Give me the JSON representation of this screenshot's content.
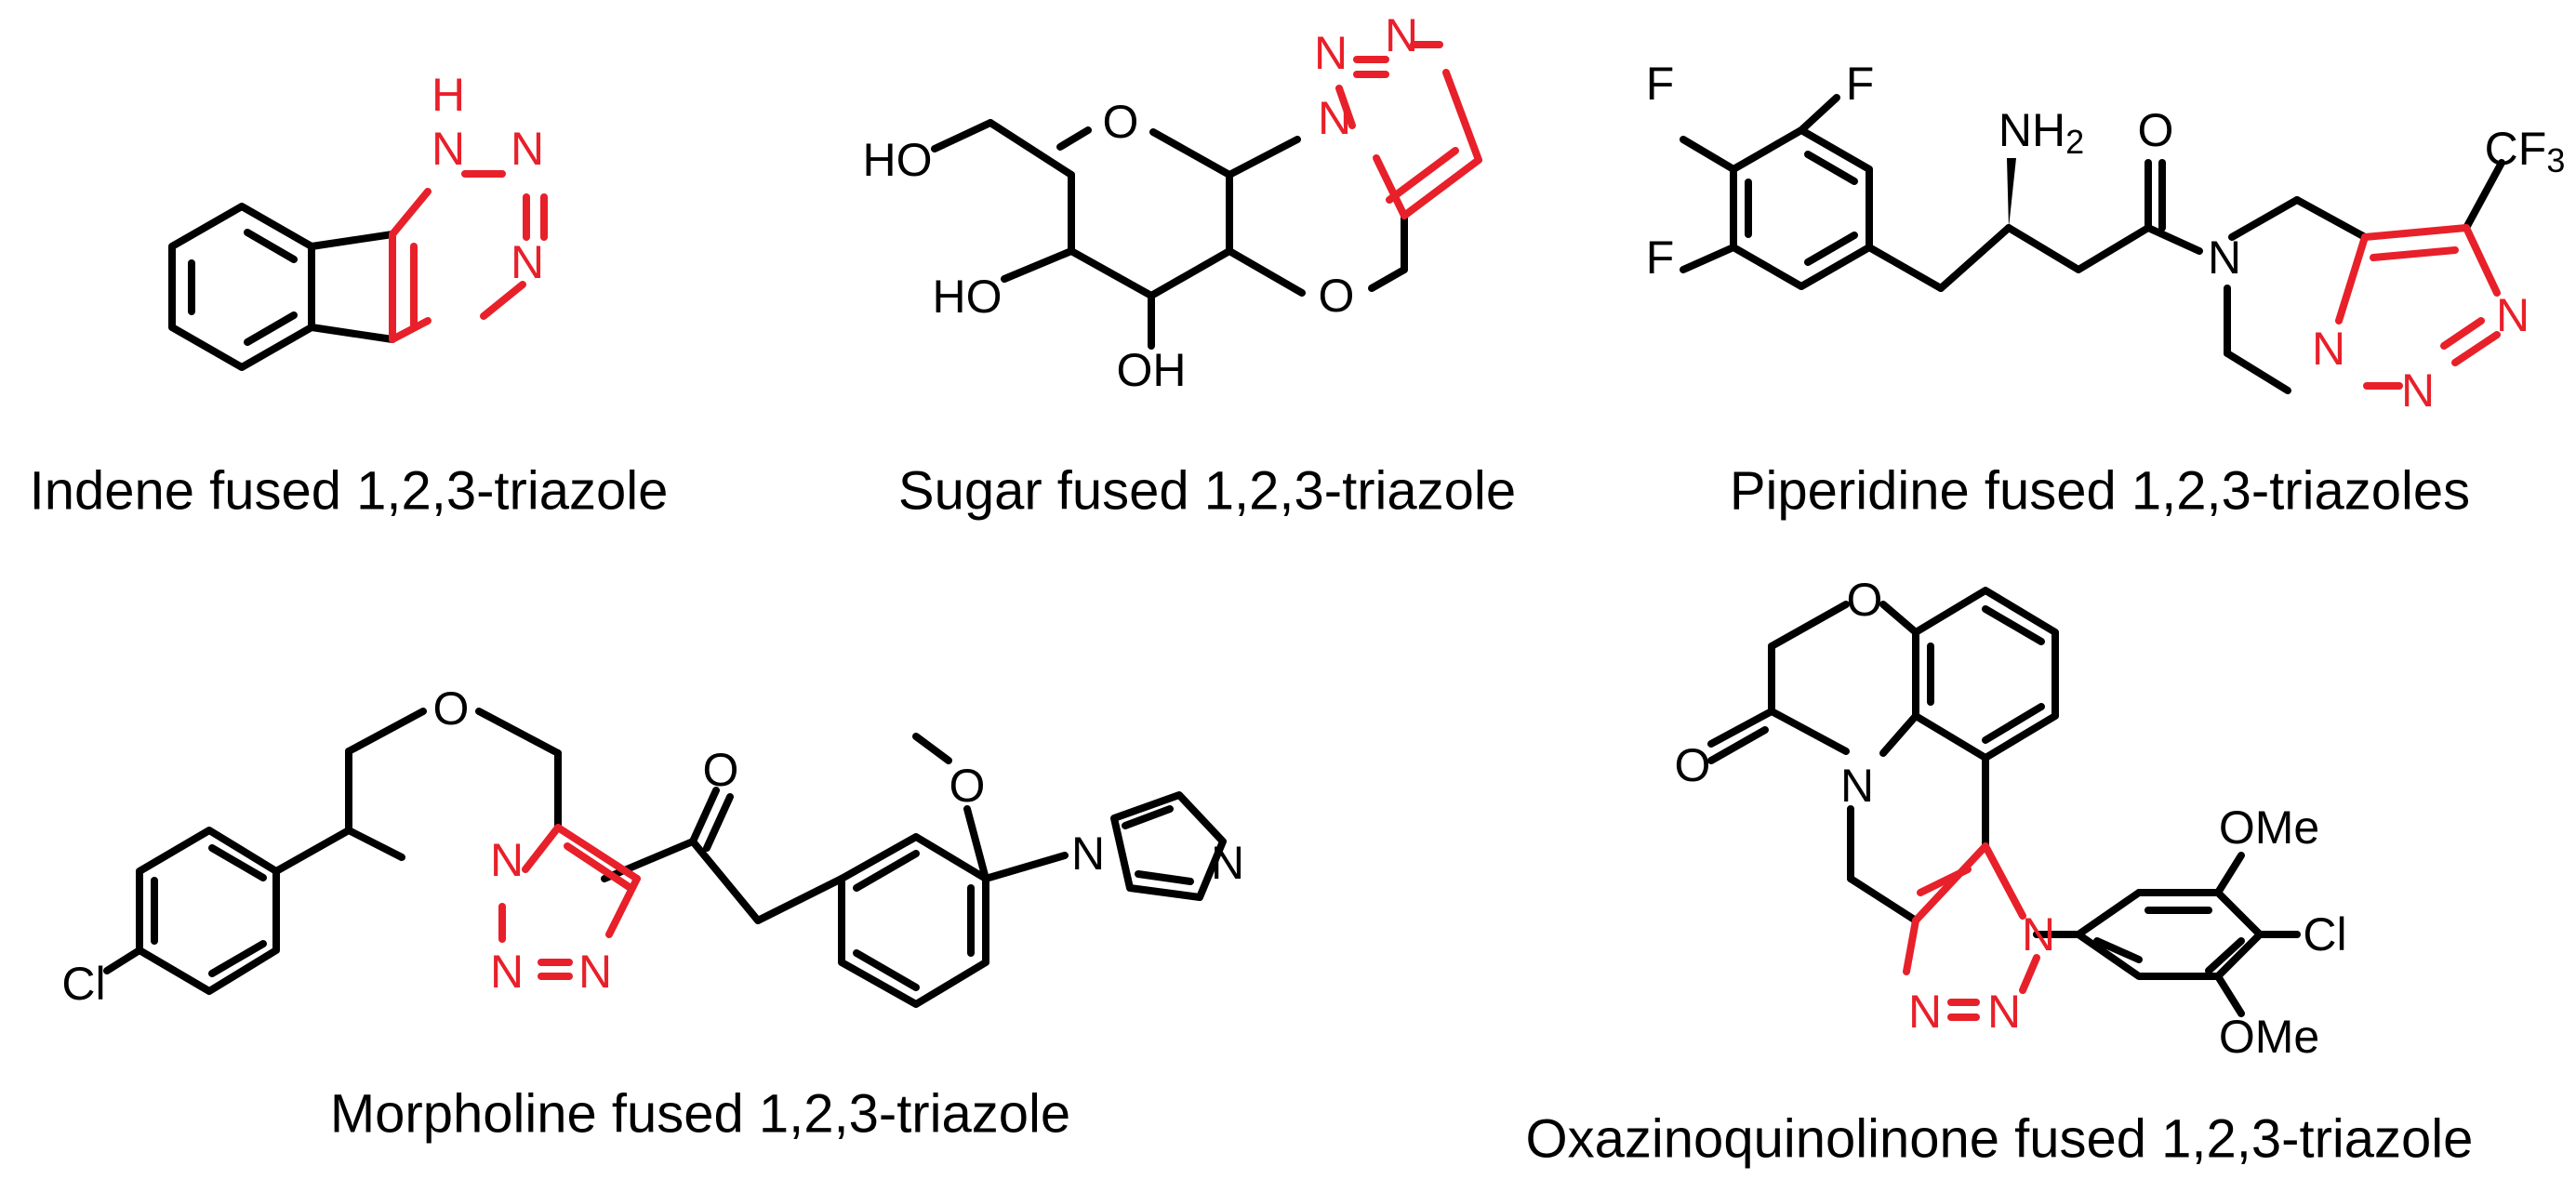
{
  "colors": {
    "bond": "#000000",
    "triazole": "#e8202a",
    "background": "#ffffff"
  },
  "atoms": {
    "N": "N",
    "H": "H",
    "O": "O",
    "F": "F",
    "Cl": "Cl",
    "HO": "HO",
    "OH": "OH",
    "NH2": "NH",
    "sub2": "2",
    "CF3": "CF",
    "sub3": "3",
    "OMe": "OMe"
  },
  "captions": {
    "indene": "Indene fused 1,2,3-triazole",
    "sugar": "Sugar fused 1,2,3-triazole",
    "piperidine": "Piperidine fused 1,2,3-triazoles",
    "morpholine": "Morpholine fused 1,2,3-triazole",
    "oxazinoquinolinone": "Oxazinoquinolinone fused 1,2,3-triazole"
  }
}
